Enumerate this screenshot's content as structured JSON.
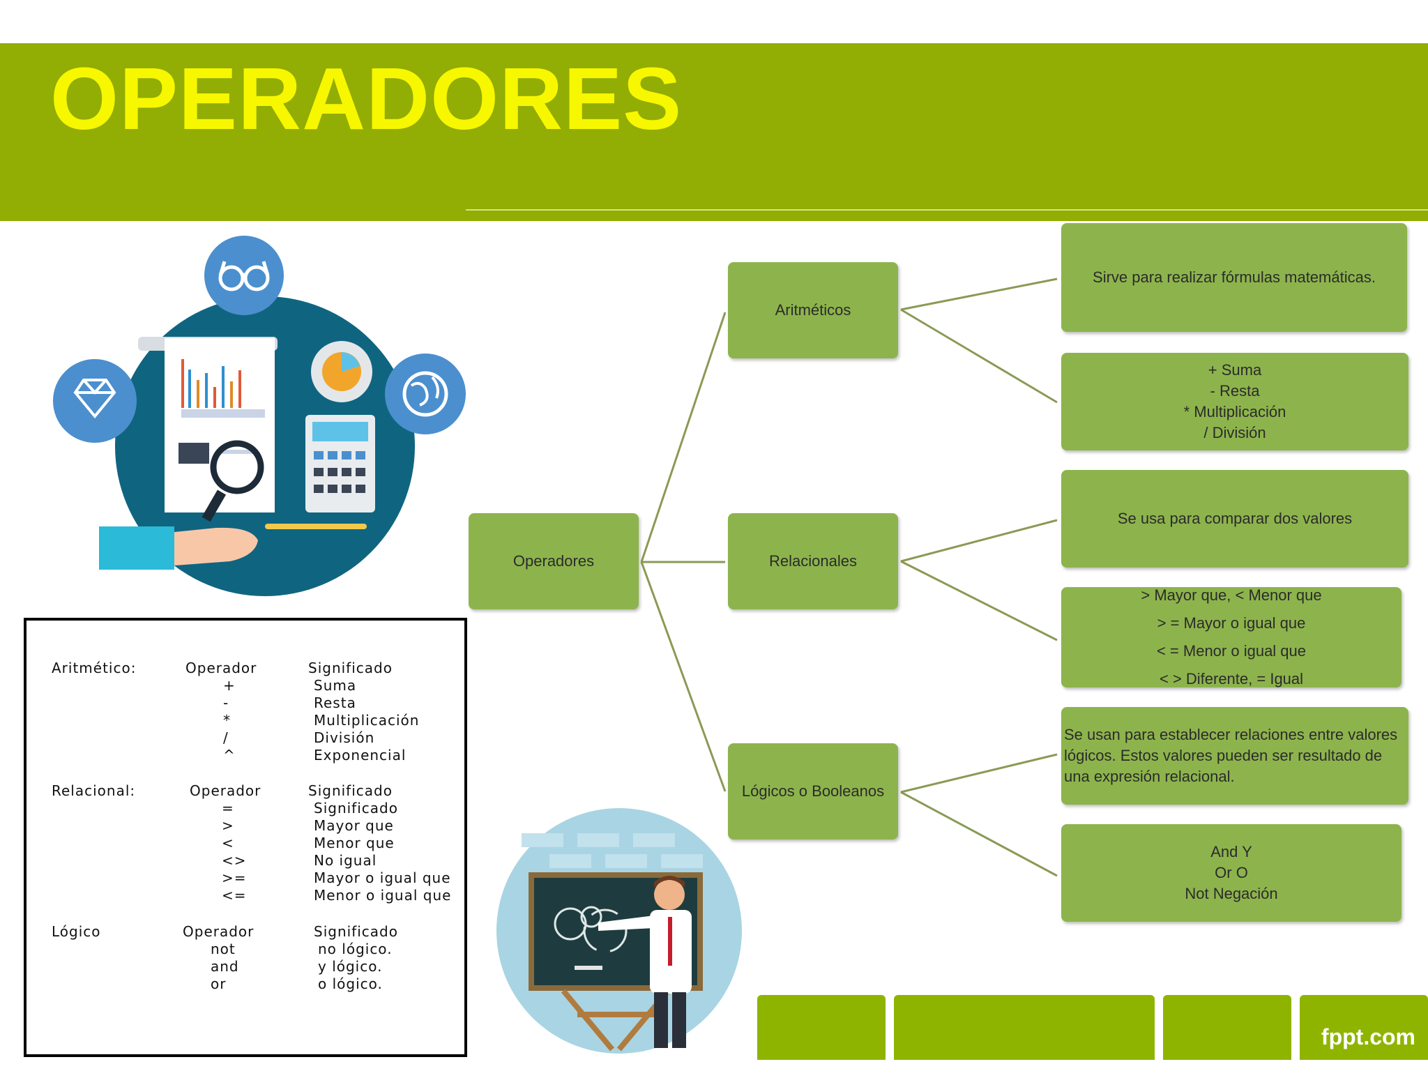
{
  "slide": {
    "title": "OPERADORES"
  },
  "table": {
    "sections": [
      {
        "category": "Aritmético:",
        "operator_header": "Operador",
        "meaning_header": "Significado",
        "operators": "+\n-\n*\n/\n^",
        "meanings": "Suma\nResta\nMultiplicación\nDivisión\nExponencial"
      },
      {
        "category": "Relacional:",
        "operator_header": "Operador",
        "meaning_header": "Significado",
        "operators": "=\n>\n<\n<>\n>=\n<=",
        "meanings": "Significado\nMayor que\nMenor que\nNo igual\nMayor o igual que\nMenor o igual que"
      },
      {
        "category": "Lógico",
        "operator_header": "Operador",
        "meaning_header": "Significado",
        "operators": "not\nand\nor",
        "meanings": "no lógico.\ny lógico.\no lógico."
      }
    ]
  },
  "diagram": {
    "root": "Operadores",
    "branches": [
      {
        "label": "Aritméticos",
        "details": [
          "Sirve para realizar fórmulas matemáticas.",
          "+ Suma\n- Resta\n* Multiplicación\n/ División"
        ]
      },
      {
        "label": "Relacionales",
        "details": [
          "Se usa para comparar dos valores",
          "> Mayor que, < Menor que\n> = Mayor o igual que\n< = Menor o igual que\n< > Diferente, = Igual"
        ]
      },
      {
        "label": "Lógicos o Booleanos",
        "details": [
          "Se usan para establecer relaciones entre valores lógicos. Estos valores pueden ser resultado de una expresión relacional.",
          "And Y\nOr O\nNot Negación"
        ]
      }
    ]
  },
  "footer": {
    "brand": "fppt.com"
  },
  "colors": {
    "header": "#92ad03",
    "title": "#f7f700",
    "node": "#8db44c",
    "footer": "#8fb400"
  }
}
